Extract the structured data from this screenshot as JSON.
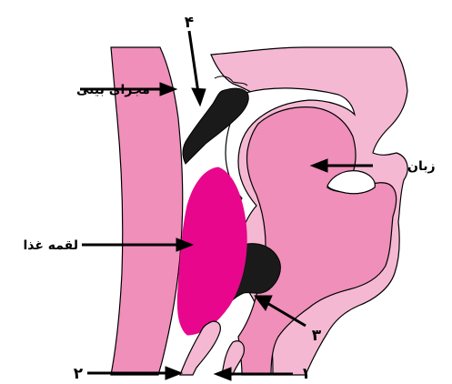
{
  "labels": {
    "nasal_passage": "مجرای بینی",
    "tongue": "زبان",
    "food_bolus": "لقمه غذا",
    "marker_1": "۱",
    "marker_2": "۲",
    "marker_3": "۳",
    "marker_4": "۴"
  },
  "colors": {
    "background": "#ffffff",
    "tissue_light": "#f5b8d2",
    "tissue_medium": "#ef8fba",
    "food_bolus": "#e8078c",
    "dark_structure": "#1a1a1a",
    "outline": "#000000"
  }
}
